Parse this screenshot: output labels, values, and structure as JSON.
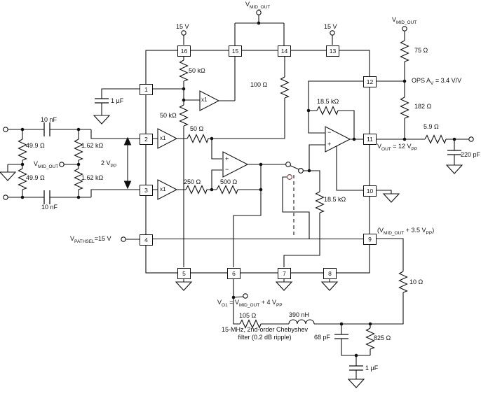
{
  "pins": {
    "p1": "1",
    "p2": "2",
    "p3": "3",
    "p4": "4",
    "p5": "5",
    "p6": "6",
    "p7": "7",
    "p8": "8",
    "p9": "9",
    "p10": "10",
    "p11": "11",
    "p12": "12",
    "p13": "13",
    "p14": "14",
    "p15": "15",
    "p16": "16"
  },
  "supply": {
    "v15": "15 V"
  },
  "terminals": {
    "vmid": {
      "a": "V",
      "b": "MID_OUT"
    },
    "vpathsel": {
      "a": "V",
      "b": "PATHSEL",
      "c": "=15 V"
    },
    "vo1": {
      "a": "V",
      "b": "O1",
      "c": " = V",
      "d": "MID_OUT",
      "e": " + 4 V",
      "f": "PP"
    },
    "vout": {
      "a": "V",
      "b": "OUT",
      "c": " = 12 V",
      "d": "PP"
    },
    "vmid35": {
      "a": "(V",
      "b": "MID_OUT",
      "c": " + 3.5 V",
      "d": "PP",
      "e": ")"
    },
    "v2pp": {
      "a": "2 V",
      "b": "PP"
    },
    "ops_gain": {
      "a": "OPS A",
      "b": "V",
      "c": " = 3.4 V/V"
    }
  },
  "components": {
    "r75": "75 Ω",
    "r182": "182 Ω",
    "r59": "5.9 Ω",
    "c220": "220 pF",
    "r50k": "50 kΩ",
    "c1uf": "1 µF",
    "r100": "100 Ω",
    "r50": "50 Ω",
    "r250": "250 Ω",
    "r500": "500 Ω",
    "r18k": "18.5 kΩ",
    "c10nf": "10 nF",
    "r499": "49.9 Ω",
    "r162": "1.62 kΩ",
    "r10": "10 Ω",
    "r105": "105 Ω",
    "l390": "390 nH",
    "c68": "68 pF",
    "r825": "825 Ω"
  },
  "amplifiers": {
    "buffer_gain": "x1",
    "plus": "+",
    "minus": "−"
  },
  "notes": {
    "filter_line1": "15-MHz, 2nd-order Chebyshev",
    "filter_line2": "filter (0.2 dB ripple)"
  },
  "colors": {
    "wire": "#111111",
    "alt_contact": "#8b3a3a",
    "background": "#ffffff"
  }
}
